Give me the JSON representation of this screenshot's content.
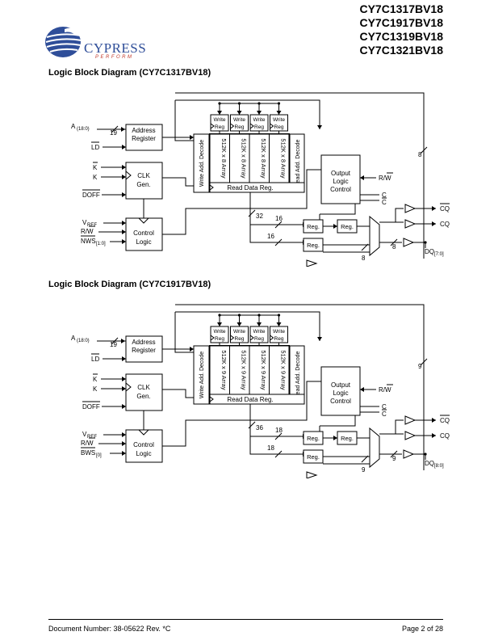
{
  "header": {
    "part_numbers": [
      "CY7C1317BV18",
      "CY7C1917BV18",
      "CY7C1319BV18",
      "CY7C1321BV18"
    ],
    "logo": {
      "name": "CYPRESS",
      "tagline": "PERFORM"
    }
  },
  "diagrams": [
    {
      "title": "Logic Block Diagram (CY7C1317BV18)",
      "addr_in": "A",
      "addr_in_sub": "(18:0)",
      "addr_width": "19",
      "ld": "LD",
      "k_bar": "K",
      "k": "K",
      "doff": "DOFF",
      "vref": "V",
      "vref_sub": "REF",
      "rw_in": "R/W",
      "ws_in": "NWS",
      "ws_sub": "[1:0]",
      "address_register": [
        "Address",
        "Register"
      ],
      "clk_gen": [
        "CLK",
        "Gen."
      ],
      "control_logic": [
        "Control",
        "Logic"
      ],
      "write_add_decode": "Write Add. Decode",
      "read_add_decode": "Read Add. Decode",
      "write_reg": [
        "Write",
        "Reg"
      ],
      "array_label": "512K x 8 Array",
      "read_data_reg": "Read Data Reg.",
      "output_logic": [
        "Output",
        "Logic",
        "Control"
      ],
      "rw_out": "R/W",
      "c": "C",
      "c_bar": "C",
      "reg": "Reg.",
      "bus_read": "32",
      "bus_half_a": "16",
      "bus_half_b": "16",
      "bus_out_a": "8",
      "bus_out_b": "8",
      "bus_top": "8",
      "cq_bar": "CQ",
      "cq": "CQ",
      "dq": "DQ",
      "dq_sub": "[7:0]"
    },
    {
      "title": "Logic Block Diagram (CY7C1917BV18)",
      "addr_in": "A",
      "addr_in_sub": "(18:0)",
      "addr_width": "19",
      "ld": "LD",
      "k_bar": "K",
      "k": "K",
      "doff": "DOFF",
      "vref": "V",
      "vref_sub": "REF",
      "rw_in": "R/W",
      "ws_in": "BWS",
      "ws_sub": "[0]",
      "address_register": [
        "Address",
        "Register"
      ],
      "clk_gen": [
        "CLK",
        "Gen."
      ],
      "control_logic": [
        "Control",
        "Logic"
      ],
      "write_add_decode": "Write Add. Decode",
      "read_add_decode": "Read Add. Decode",
      "write_reg": [
        "Write",
        "Reg"
      ],
      "array_label": "512K x 9 Array",
      "read_data_reg": "Read Data Reg.",
      "output_logic": [
        "Output",
        "Logic",
        "Control"
      ],
      "rw_out": "R/W",
      "c": "C",
      "c_bar": "C",
      "reg": "Reg.",
      "bus_read": "36",
      "bus_half_a": "18",
      "bus_half_b": "18",
      "bus_out_a": "9",
      "bus_out_b": "9",
      "bus_top": "9",
      "cq_bar": "CQ",
      "cq": "CQ",
      "dq": "DQ",
      "dq_sub": "[8:0]"
    }
  ],
  "footer": {
    "doc_number": "Document Number: 38-05622 Rev. *C",
    "page": "Page 2 of 28"
  }
}
